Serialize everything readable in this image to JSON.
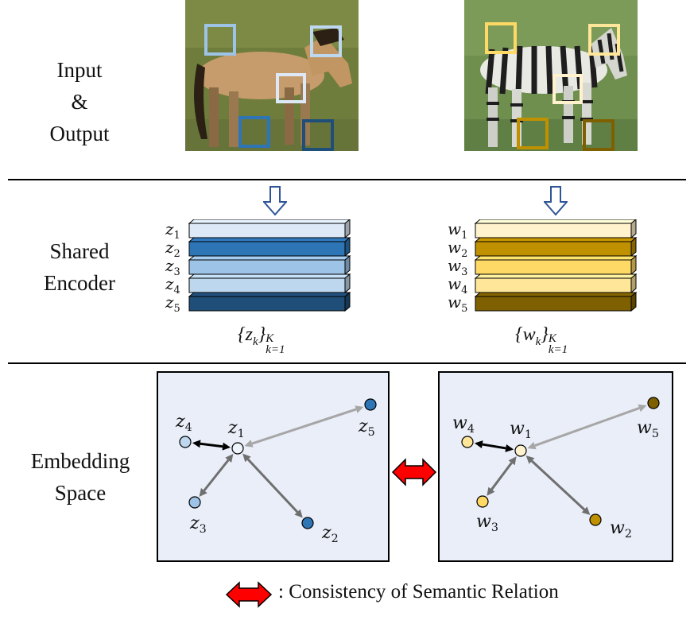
{
  "rows": {
    "input_output": [
      "Input",
      "&",
      "Output"
    ],
    "shared_encoder": [
      "Shared",
      "Encoder"
    ],
    "embedding_space": [
      "Embedding",
      "Space"
    ]
  },
  "encoder_left": {
    "set_label": "{z_k}_{k=1}^K",
    "set_main": "{z",
    "set_sub": "k",
    "set_close": "}",
    "set_sup": "K",
    "set_sub2": "k=1",
    "features": [
      {
        "var": "z",
        "idx": "1",
        "color": "#dde9f6"
      },
      {
        "var": "z",
        "idx": "2",
        "color": "#2e75b6"
      },
      {
        "var": "z",
        "idx": "3",
        "color": "#9dc3e6"
      },
      {
        "var": "z",
        "idx": "4",
        "color": "#bdd7ee"
      },
      {
        "var": "z",
        "idx": "5",
        "color": "#1f4e79"
      }
    ]
  },
  "encoder_right": {
    "set_main": "{w",
    "set_sub": "k",
    "set_close": "}",
    "set_sup": "K",
    "set_sub2": "k=1",
    "features": [
      {
        "var": "w",
        "idx": "1",
        "color": "#fff2cc"
      },
      {
        "var": "w",
        "idx": "2",
        "color": "#bf9000"
      },
      {
        "var": "w",
        "idx": "3",
        "color": "#ffd966"
      },
      {
        "var": "w",
        "idx": "4",
        "color": "#ffe699"
      },
      {
        "var": "w",
        "idx": "5",
        "color": "#7f6000"
      }
    ]
  },
  "embedding_left": {
    "points": [
      {
        "var": "z",
        "idx": "1",
        "color": "#eef4fb"
      },
      {
        "var": "z",
        "idx": "2",
        "color": "#2e75b6"
      },
      {
        "var": "z",
        "idx": "3",
        "color": "#9dc3e6"
      },
      {
        "var": "z",
        "idx": "4",
        "color": "#bdd7ee"
      },
      {
        "var": "z",
        "idx": "5",
        "color": "#2e75b6"
      }
    ]
  },
  "embedding_right": {
    "points": [
      {
        "var": "w",
        "idx": "1",
        "color": "#fff2cc"
      },
      {
        "var": "w",
        "idx": "2",
        "color": "#bf9000"
      },
      {
        "var": "w",
        "idx": "3",
        "color": "#ffd966"
      },
      {
        "var": "w",
        "idx": "4",
        "color": "#ffe699"
      },
      {
        "var": "w",
        "idx": "5",
        "color": "#7f6000"
      }
    ]
  },
  "legend": {
    "text": ": Consistency of Semantic Relation",
    "arrow_color": "#ff0000"
  },
  "colors": {
    "panel_bg": "#e9eef8",
    "arrow_dark": "#000000",
    "arrow_mid": "#6f6f6f",
    "arrow_light": "#a6a6a6",
    "down_arrow": "#2f5597"
  }
}
